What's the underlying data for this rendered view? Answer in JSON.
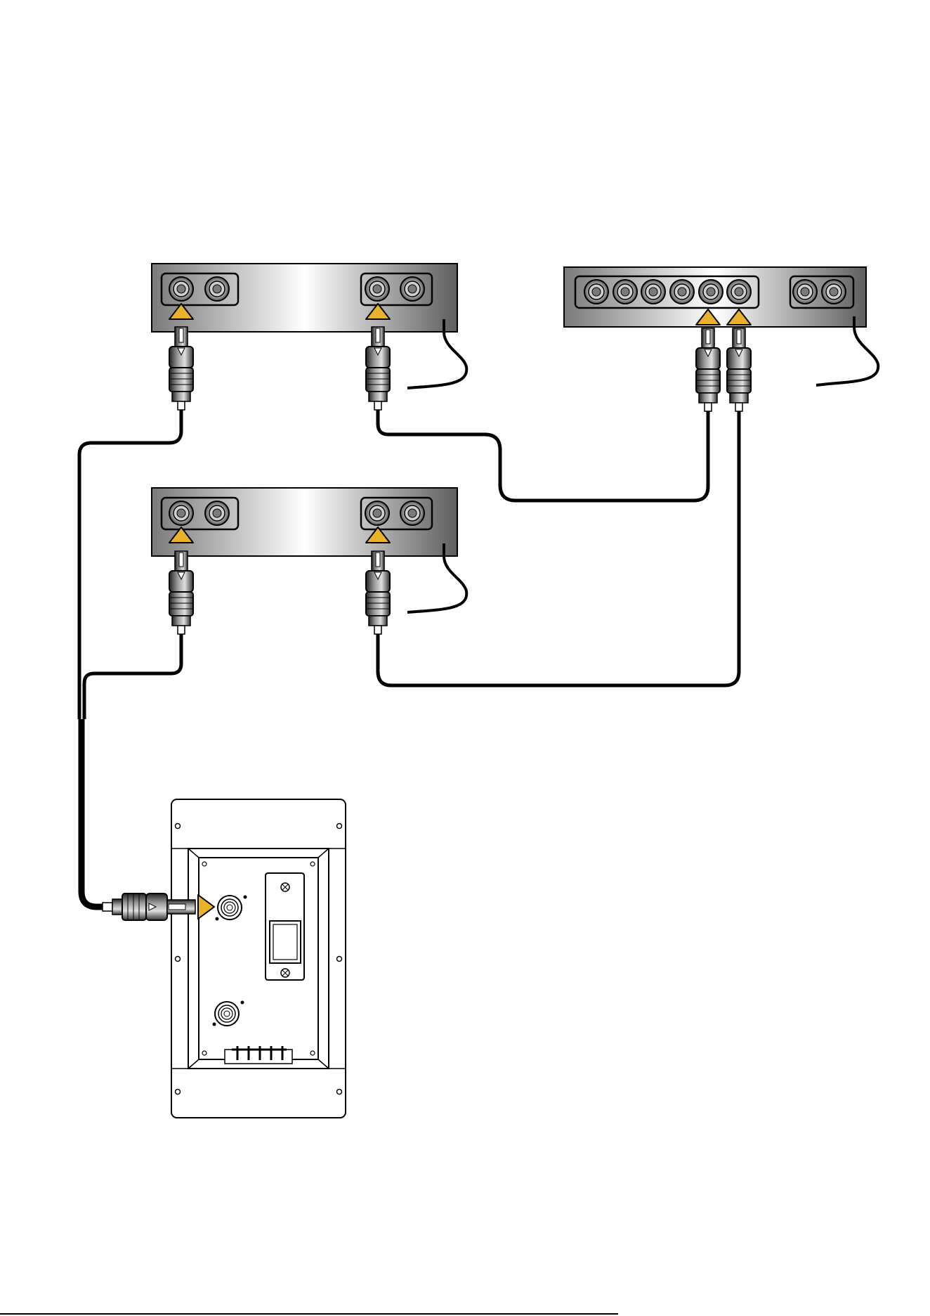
{
  "footer": {
    "text": ""
  },
  "colors": {
    "arrow": "#e8b32a",
    "cable": "#000000",
    "device_dark": "#6d6d6d",
    "device_light": "#ffffff"
  },
  "devices": [
    {
      "id": "amp-a",
      "port_groups": [
        2,
        2
      ]
    },
    {
      "id": "amp-b",
      "port_groups": [
        2,
        2
      ]
    },
    {
      "id": "processor",
      "port_groups": [
        6,
        2
      ]
    }
  ],
  "subwoofer_panel": {
    "connectors": [
      "speakon-input",
      "speakon-link"
    ],
    "terminal_count": 5
  }
}
